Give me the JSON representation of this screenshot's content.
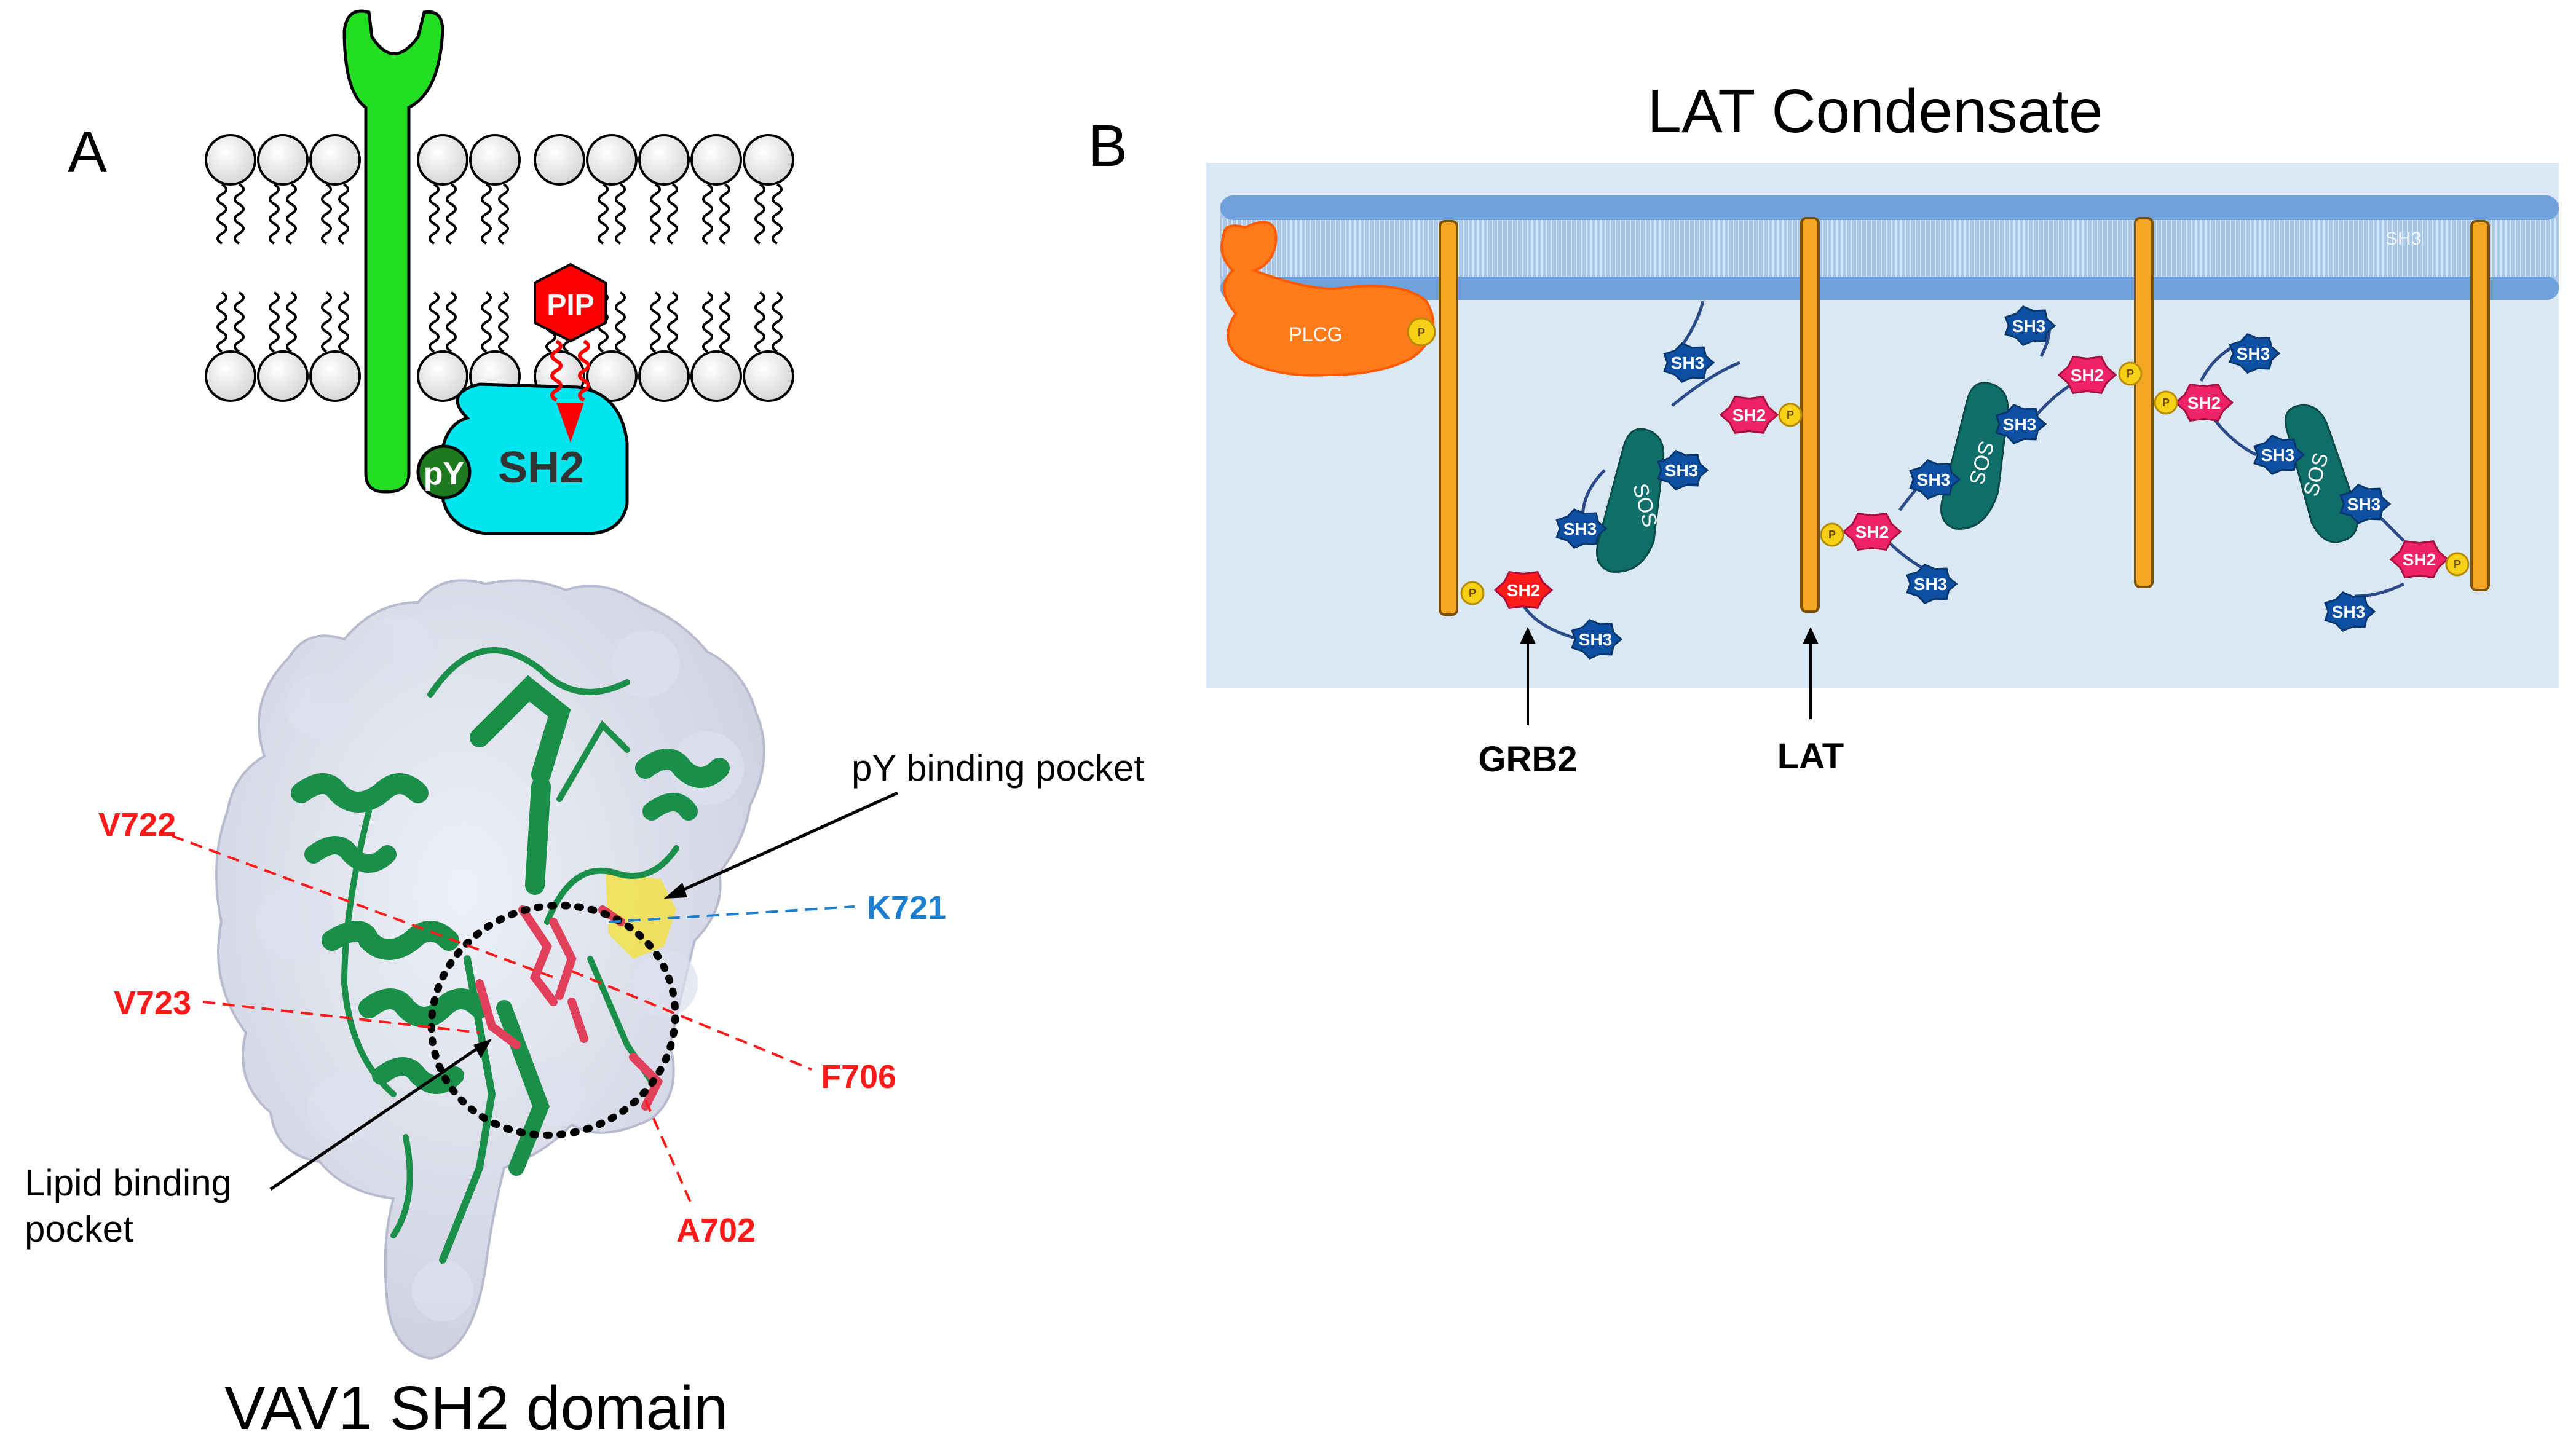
{
  "panel_a": {
    "label": "A",
    "schematic": {
      "pip_label": "PIP",
      "py_label": "pY",
      "sh2_label": "SH2"
    },
    "structure": {
      "title": "VAV1 SH2 domain",
      "residues": {
        "v722": "V722",
        "v723": "V723",
        "k721": "K721",
        "f706": "F706",
        "a702": "A702"
      },
      "py_pocket": "pY binding pocket",
      "lipid_pocket_line1": "Lipid binding",
      "lipid_pocket_line2": "pocket"
    }
  },
  "panel_b": {
    "label": "B",
    "title": "LAT Condensate",
    "membrane_label": "SH3",
    "plcg_label": "PLCG",
    "p_label": "P",
    "sh2_label": "SH2",
    "sh3_label": "SH3",
    "sos_label": "SOS",
    "grb2_callout": "GRB2",
    "lat_callout": "LAT"
  },
  "colors": {
    "helix_green": "#1a8f4a",
    "pip_red": "#ff0000",
    "sh2_cyan": "#00e5ee",
    "receptor_green": "#22dd22",
    "lat_orange": "#f5a623",
    "sh3_blue": "#0d4fa0",
    "sh2_pink": "#ee2266",
    "sos_teal": "#0f6e6a",
    "plcg_orange": "#ff7a1a",
    "membrane_blue": "#6fa2dc",
    "residue_red": "#ff1a1a",
    "residue_blue": "#1a7fd0"
  }
}
